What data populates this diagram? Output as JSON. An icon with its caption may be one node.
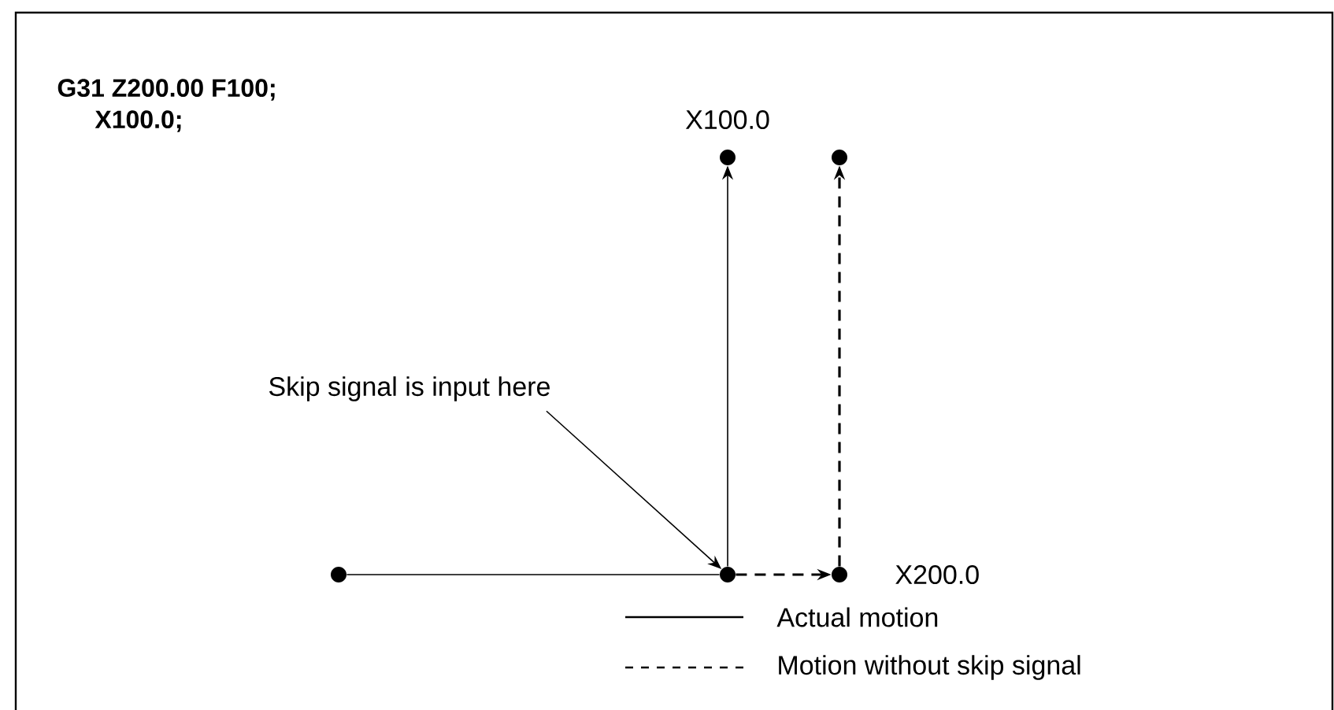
{
  "diagram": {
    "nodes": [
      {
        "text": [],
        "shape": "circle"
      },
      {
        "text": [],
        "shape": "circle"
      },
      {
        "text": [],
        "shape": "circle",
        "beside": [
          "X100.0"
        ]
      },
      {
        "text": [],
        "shape": "circle"
      },
      {
        "text": [],
        "shape": "circle",
        "beside": [
          "X200.0"
        ]
      },
      {
        "text": [
          "Skip signal is input here"
        ]
      }
    ],
    "edges": [
      {
        "from": 0,
        "to": 1,
        "arrow": "none"
      },
      {
        "from": 1,
        "to": 2,
        "arrow": "to"
      },
      {
        "from": 1,
        "to": 4,
        "arrow": "to",
        "style": "dashed"
      },
      {
        "from": 4,
        "to": 3,
        "arrow": "to",
        "style": "dashed"
      },
      {
        "from": 5,
        "to": 1,
        "arrow": "to"
      }
    ],
    "labels": [
      "G31   Z200.00 F100;",
      "X100.0;"
    ],
    "legend": [
      {
        "text": "Actual motion"
      },
      {
        "text": "Motion without skip signal"
      }
    ]
  }
}
